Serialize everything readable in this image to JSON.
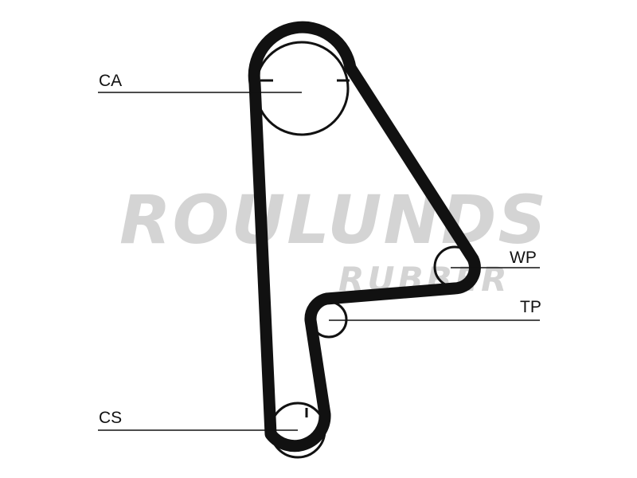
{
  "watermark": {
    "brand": "ROULUNDS",
    "sub": "RUBBER"
  },
  "labels": {
    "ca": "CA",
    "wp": "WP",
    "tp": "TP",
    "cs": "CS"
  },
  "colors": {
    "belt": "#111111",
    "watermark": "#d4d4d4",
    "background": "#ffffff"
  }
}
